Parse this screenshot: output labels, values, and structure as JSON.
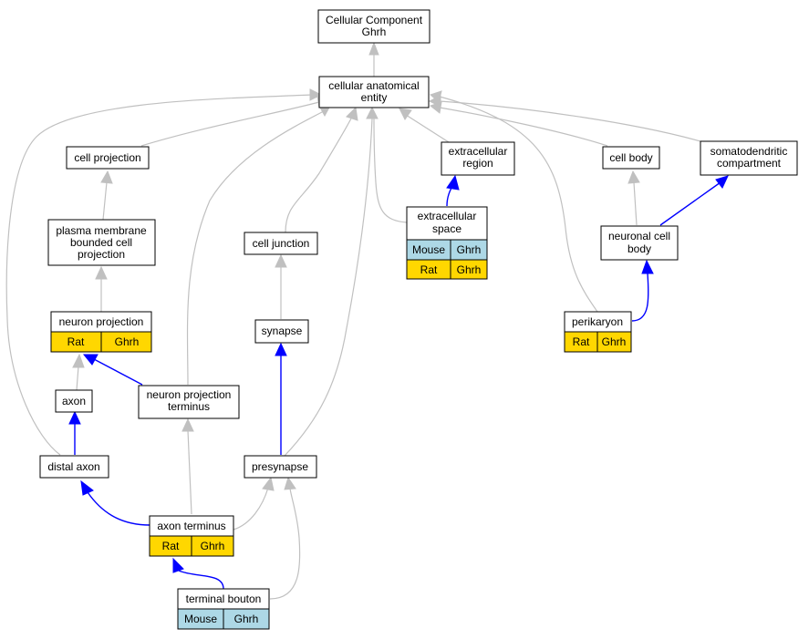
{
  "colors": {
    "mouse_cell": "#add8e6",
    "rat_cell": "#ffd700",
    "is_a_edge": "#c0c0c0",
    "part_of_edge": "#0000ff"
  },
  "nodes": {
    "root": [
      "Cellular Component",
      "Ghrh"
    ],
    "cae": [
      "cellular anatomical",
      "entity"
    ],
    "cell_projection": [
      "cell projection"
    ],
    "extracellular_region": [
      "extracellular",
      "region"
    ],
    "cell_body": [
      "cell body"
    ],
    "somatodendritic": [
      "somatodendritic",
      "compartment"
    ],
    "pm_bounded": [
      "plasma membrane",
      "bounded cell",
      "projection"
    ],
    "cell_junction": [
      "cell junction"
    ],
    "extracellular_space": [
      "extracellular",
      "space"
    ],
    "neuronal_cell_body": [
      "neuronal cell",
      "body"
    ],
    "neuron_projection": [
      "neuron projection"
    ],
    "synapse": [
      "synapse"
    ],
    "perikaryon": [
      "perikaryon"
    ],
    "axon": [
      "axon"
    ],
    "np_terminus": [
      "neuron projection",
      "terminus"
    ],
    "distal_axon": [
      "distal axon"
    ],
    "presynapse": [
      "presynapse"
    ],
    "axon_terminus": [
      "axon terminus"
    ],
    "terminal_bouton": [
      "terminal bouton"
    ]
  },
  "annotations": {
    "extracellular_space": [
      [
        "Mouse",
        "Ghrh"
      ],
      [
        "Rat",
        "Ghrh"
      ]
    ],
    "neuron_projection": [
      [
        "Rat",
        "Ghrh"
      ]
    ],
    "perikaryon": [
      [
        "Rat",
        "Ghrh"
      ]
    ],
    "axon_terminus": [
      [
        "Rat",
        "Ghrh"
      ]
    ],
    "terminal_bouton": [
      [
        "Mouse",
        "Ghrh"
      ]
    ]
  }
}
